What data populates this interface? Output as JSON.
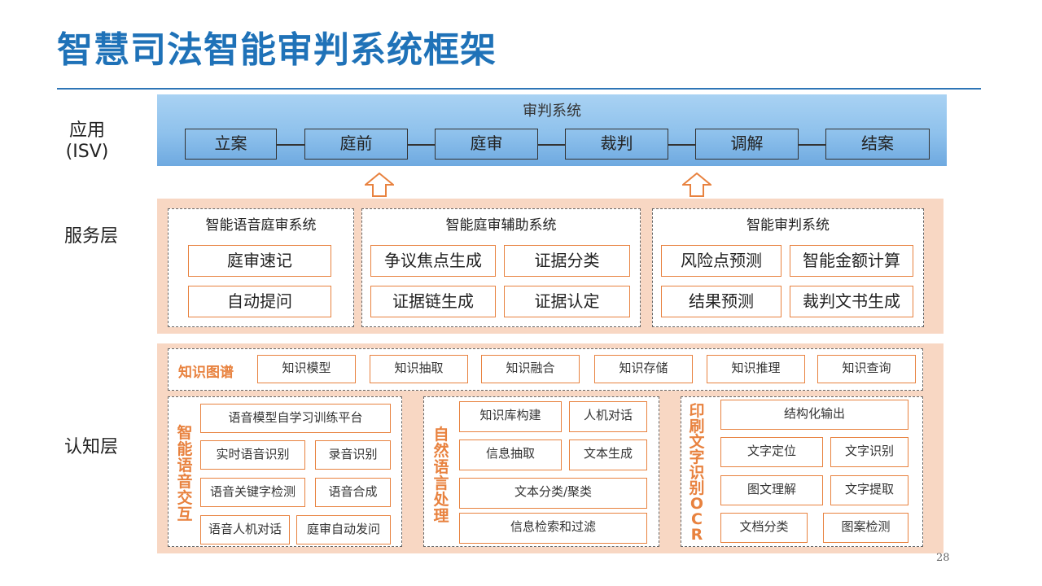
{
  "title": "智慧司法智能审判系统框架",
  "layers": {
    "app": "应用",
    "app_sub": "(ISV)",
    "service": "服务层",
    "cognition": "认知层"
  },
  "app_layer": {
    "title": "审判系统",
    "steps": [
      "立案",
      "庭前",
      "庭审",
      "裁判",
      "调解",
      "结案"
    ]
  },
  "service_layer": {
    "groups": [
      {
        "title": "智能语音庭审系统",
        "items": [
          "庭审速记",
          "自动提问"
        ]
      },
      {
        "title": "智能庭审辅助系统",
        "items": [
          "争议焦点生成",
          "证据分类",
          "证据链生成",
          "证据认定"
        ]
      },
      {
        "title": "智能审判系统",
        "items": [
          "风险点预测",
          "智能金额计算",
          "结果预测",
          "裁判文书生成"
        ]
      }
    ]
  },
  "knowledge_graph": {
    "label": "知识图谱",
    "items": [
      "知识模型",
      "知识抽取",
      "知识融合",
      "知识存储",
      "知识推理",
      "知识查询"
    ]
  },
  "cognition_groups": {
    "voice": {
      "label": [
        "智",
        "能",
        "语",
        "音",
        "交",
        "互"
      ],
      "items": [
        "语音模型自学习训练平台",
        "实时语音识别",
        "录音识别",
        "语音关键字检测",
        "语音合成",
        "语音人机对话",
        "庭审自动发问"
      ]
    },
    "nlp": {
      "label": [
        "自",
        "然",
        "语",
        "言",
        "处",
        "理"
      ],
      "items": [
        "知识库构建",
        "人机对话",
        "信息抽取",
        "文本生成",
        "文本分类/聚类",
        "信息检索和过滤"
      ]
    },
    "ocr": {
      "label": [
        "印",
        "刷",
        "文",
        "字",
        "识",
        "别",
        "O",
        "C",
        "R"
      ],
      "items": [
        "结构化输出",
        "文字定位",
        "文字识别",
        "图文理解",
        "文字提取",
        "文档分类",
        "图案检测"
      ]
    }
  },
  "page_number": "28",
  "colors": {
    "title": "#1f72b8",
    "accent": "#e8823f",
    "band": "#f8d7c3",
    "app_band": "#8ec1ec"
  }
}
